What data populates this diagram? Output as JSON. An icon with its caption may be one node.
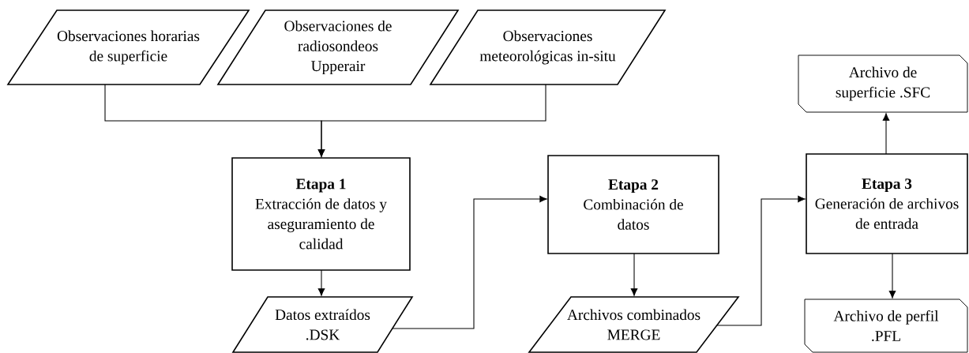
{
  "diagram": {
    "nodes": [
      {
        "text": [
          "Observaciones horarias de superficie"
        ]
      },
      {
        "text": [
          "Observaciones de radiosondeos Upperair"
        ]
      },
      {
        "text": [
          "Observaciones meteorológicas in-situ"
        ]
      },
      {
        "text": [
          "Etapa 1",
          "Extracción de datos y aseguramiento de calidad"
        ]
      },
      {
        "text": [
          "Datos extraídos .DSK"
        ]
      },
      {
        "text": [
          "Etapa 2",
          "Combinación de datos"
        ]
      },
      {
        "text": [
          "Archivos combinados MERGE"
        ]
      },
      {
        "text": [
          "Etapa 3",
          "Generación de archivos de entrada"
        ]
      },
      {
        "text": [
          "Archivo de superficie .SFC"
        ]
      },
      {
        "text": [
          "Archivo de perfil .PFL"
        ]
      }
    ],
    "edges": [
      {
        "from": 0,
        "to": 3,
        "arrow": "to"
      },
      {
        "from": 2,
        "to": 3,
        "arrow": "to"
      },
      {
        "from": 3,
        "to": 4,
        "arrow": "to"
      },
      {
        "from": 4,
        "to": 5,
        "arrow": "to"
      },
      {
        "from": 5,
        "to": 6,
        "arrow": "to"
      },
      {
        "from": 6,
        "to": 7,
        "arrow": "to"
      },
      {
        "from": 7,
        "to": 8,
        "arrow": "to"
      },
      {
        "from": 7,
        "to": 9,
        "arrow": "to"
      }
    ]
  }
}
